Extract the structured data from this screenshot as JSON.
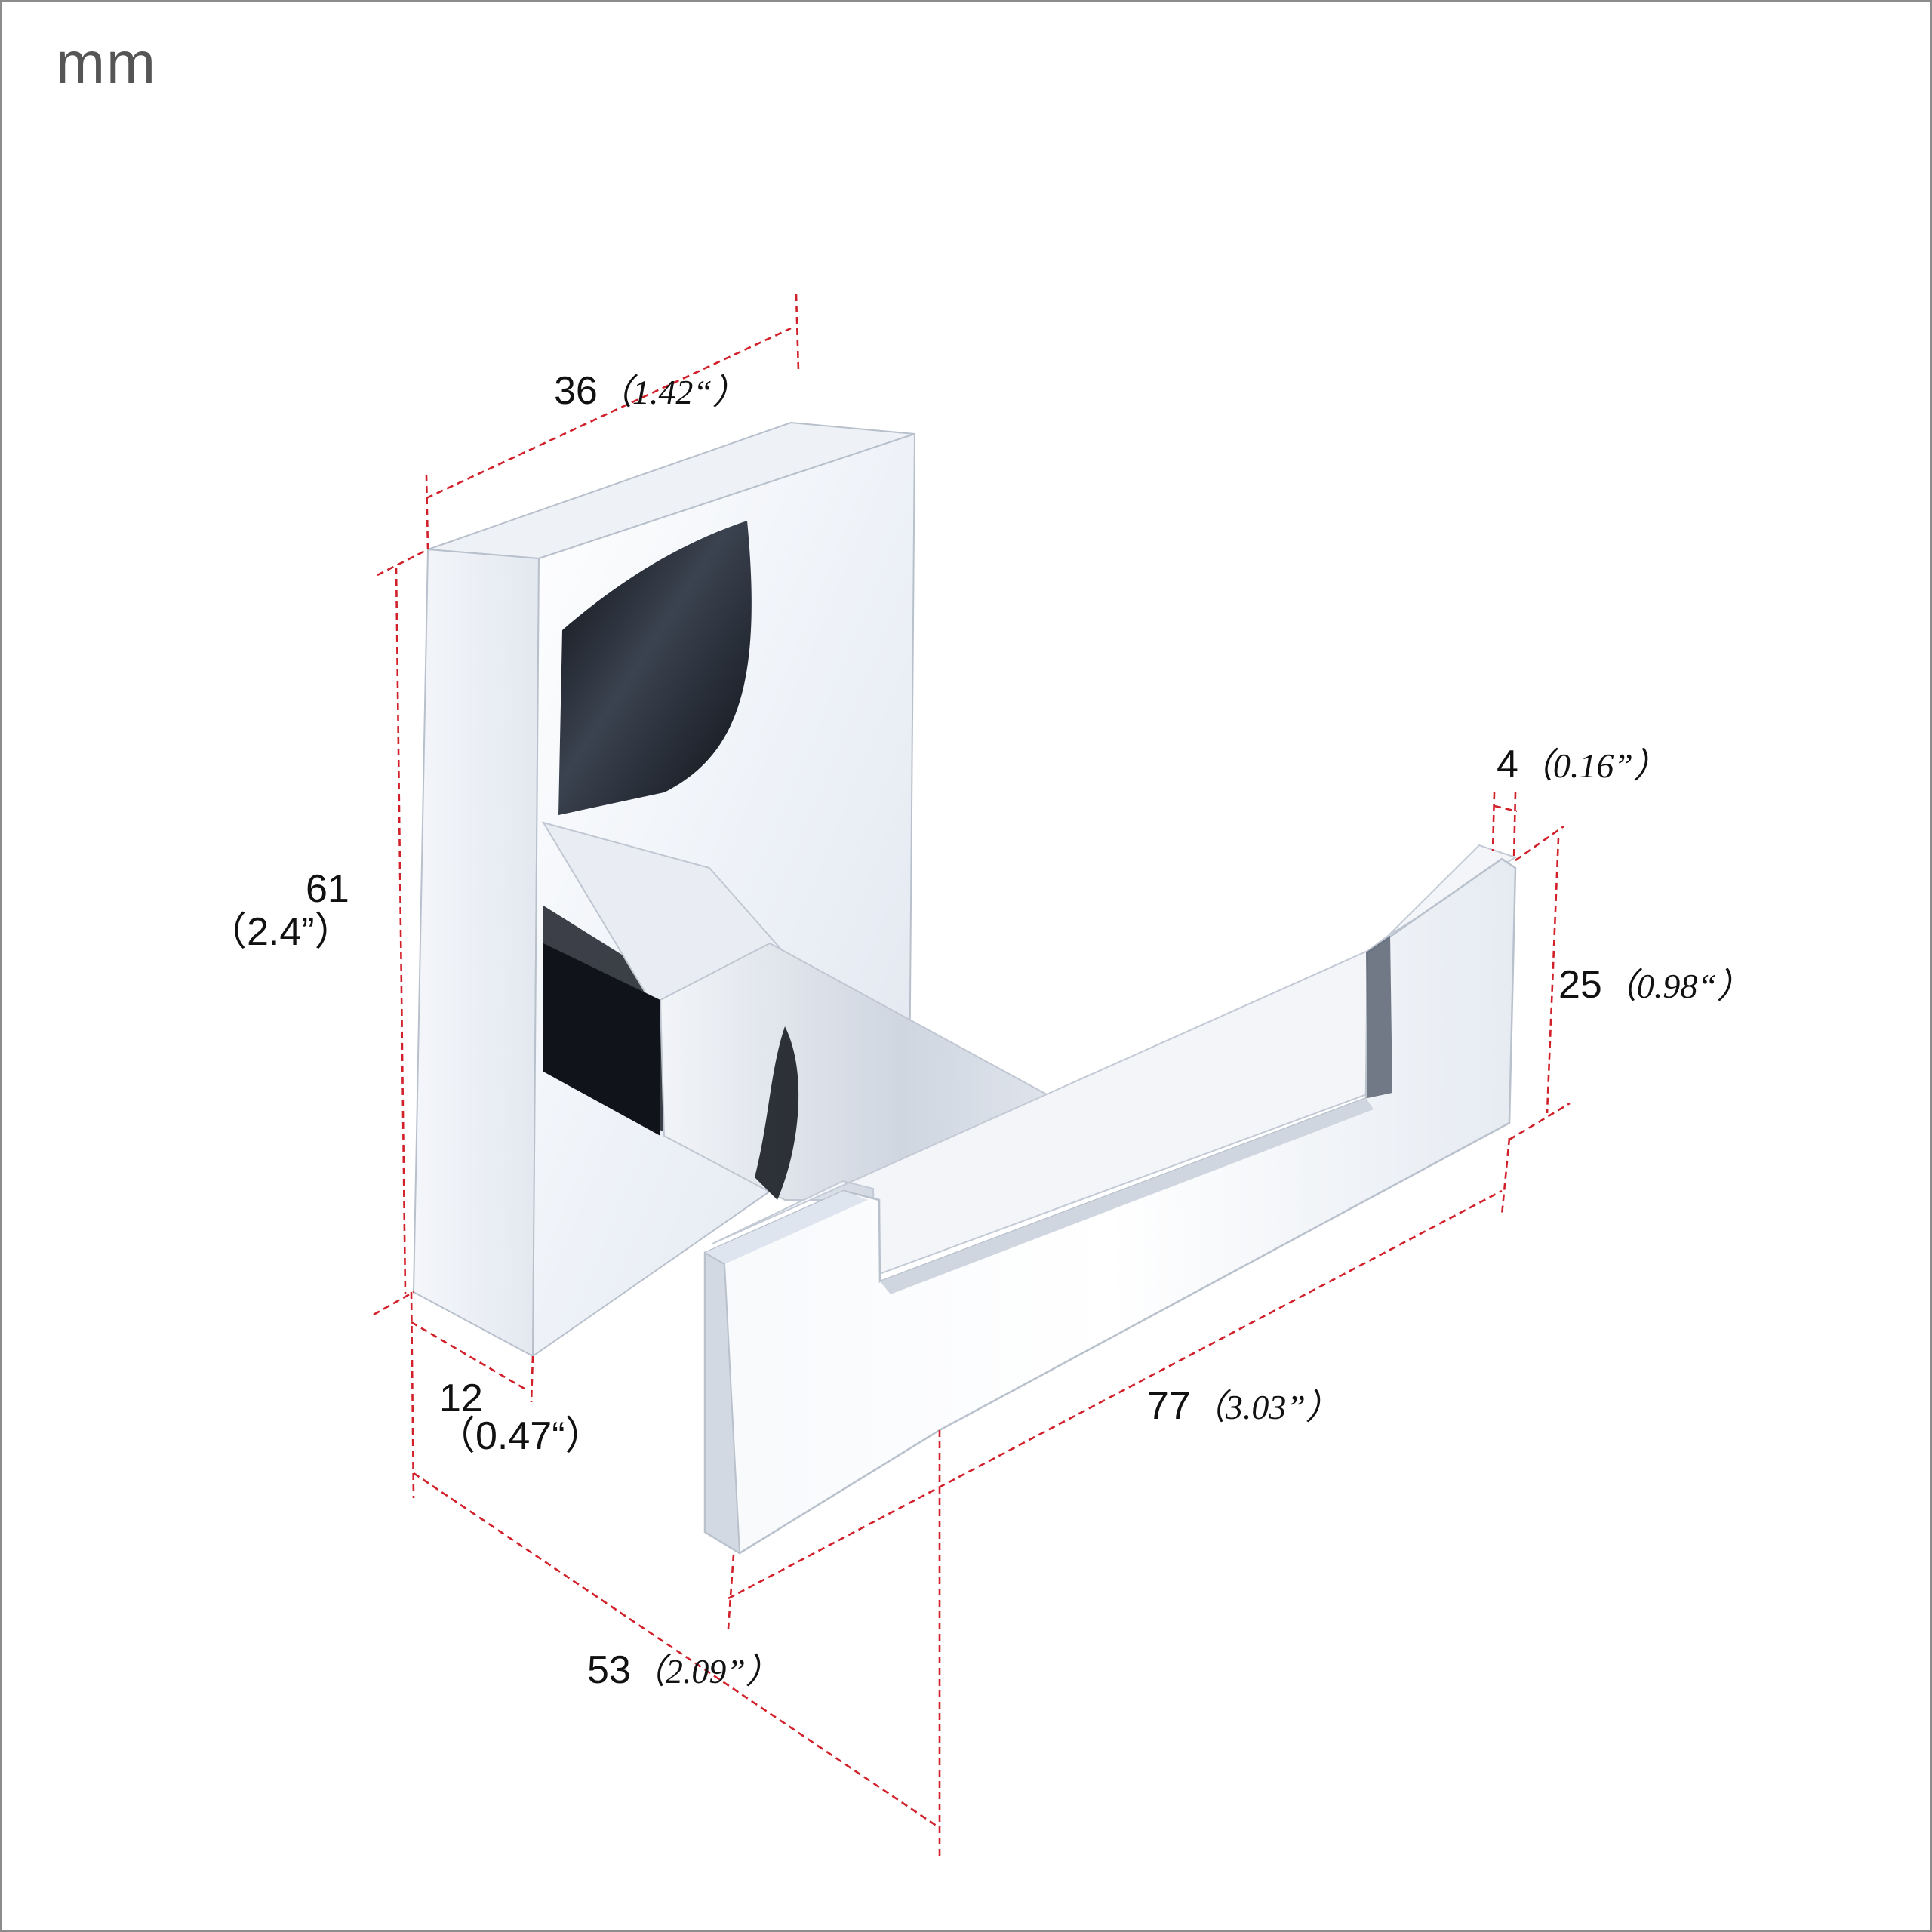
{
  "unit_label": "mm",
  "dimensions": {
    "width_top": {
      "mm": "36",
      "inch": "（1.42“）"
    },
    "height_left": {
      "mm": "61",
      "inch": "（2.4”）"
    },
    "depth_base": {
      "mm": "12",
      "inch": "（0.47“）"
    },
    "thickness": {
      "mm": "4",
      "inch": "（0.16”）"
    },
    "hook_height": {
      "mm": "25",
      "inch": "（0.98“）"
    },
    "hook_length": {
      "mm": "77",
      "inch": "（3.03”）"
    },
    "projection": {
      "mm": "53",
      "inch": "（2.09”）"
    }
  },
  "colors": {
    "dimension_line": "#d2202a",
    "frame": "#8c8c8c",
    "unit_text": "#555555"
  }
}
